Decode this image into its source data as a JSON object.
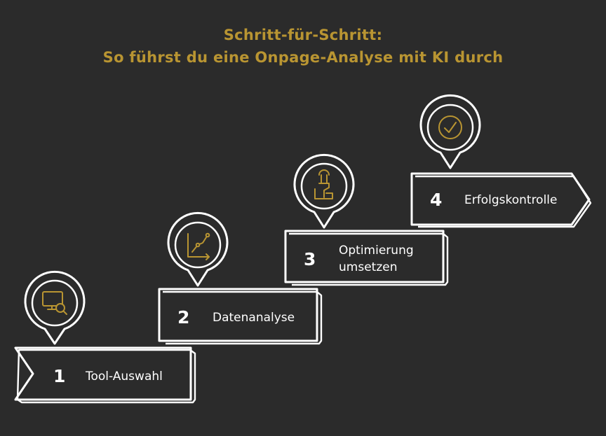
{
  "title": {
    "line1": "Schritt-für-Schritt:",
    "line2": "So führst du eine Onpage-Analyse mit KI durch"
  },
  "colors": {
    "background": "#2b2b2b",
    "accent": "#b99532",
    "outline": "#ffffff"
  },
  "steps": [
    {
      "number": "1",
      "label_lines": [
        "Tool-Auswahl"
      ],
      "icon": "monitor-search-icon"
    },
    {
      "number": "2",
      "label_lines": [
        "Datenanalyse"
      ],
      "icon": "line-chart-icon"
    },
    {
      "number": "3",
      "label_lines": [
        "Optimierung",
        "umsetzen"
      ],
      "icon": "hand-wrench-icon"
    },
    {
      "number": "4",
      "label_lines": [
        "Erfolgskontrolle"
      ],
      "icon": "check-circle-icon"
    }
  ]
}
